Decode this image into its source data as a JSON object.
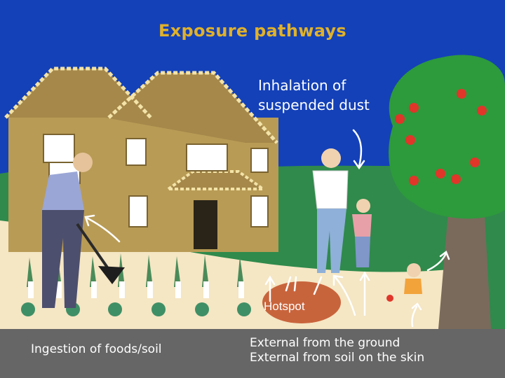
{
  "title": "Exposure pathways",
  "labels": {
    "inhalation": [
      "Inhalation of",
      "suspended dust"
    ],
    "hotspot": "Hotspot",
    "ingestion": "Ingestion of foods/soil",
    "external": [
      "External from the ground",
      "External from soil on the skin"
    ]
  },
  "colors": {
    "sky": "#1441b8",
    "hills": "#2f8a4b",
    "ground": "#f5e6c4",
    "bottom_band": "#666666",
    "house": "#b89b55",
    "roof": "#a5884a",
    "hotspot": "#c8643c",
    "tree_leaves": "#2d9a3c",
    "apples": "#e0362a",
    "title": "#e0b12a",
    "text": "#ffffff"
  }
}
